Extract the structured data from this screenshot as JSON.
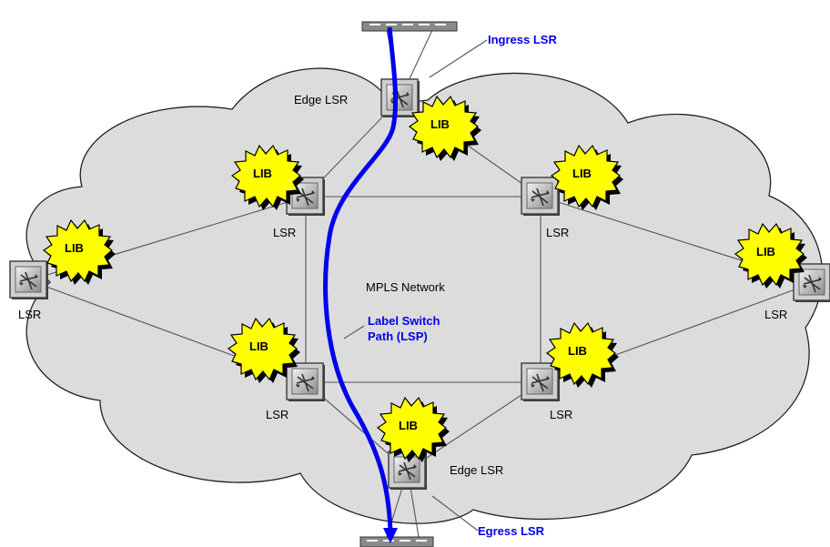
{
  "diagram": {
    "center_label": "MPLS Network",
    "lib_label": "LIB",
    "routers": {
      "edge_top": "Edge LSR",
      "edge_bottom": "Edge LSR",
      "upper_left": "LSR",
      "upper_right": "LSR",
      "far_left": "LSR",
      "far_right": "LSR",
      "lower_left": "LSR",
      "lower_right": "LSR"
    },
    "annotations": {
      "ingress": "Ingress LSR",
      "egress": "Egress LSR",
      "lsp_line1": "Label Switch",
      "lsp_line2": "Path (LSP)"
    },
    "colors": {
      "cloud_fill": "#dcdcdc",
      "lsp_path": "#0000ee",
      "lib_fill": "#ffff00",
      "annotation_text": "#0000ee"
    }
  }
}
